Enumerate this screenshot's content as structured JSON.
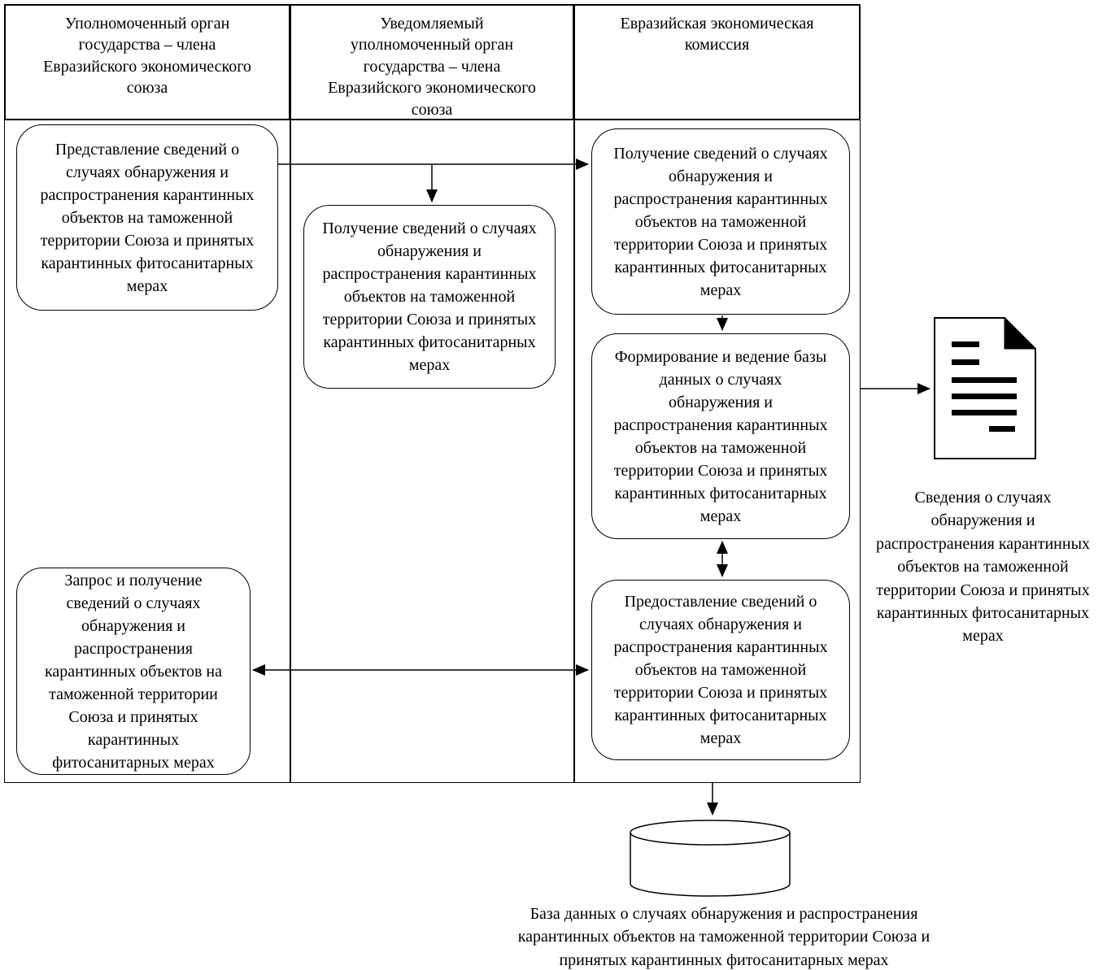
{
  "diagram": {
    "colors": {
      "ink": "#000000",
      "background": "#ffffff"
    },
    "lanes": [
      {
        "title": "Уполномоченный орган\nгосударства – члена\nЕвразийского экономического\nсоюза"
      },
      {
        "title": "Уведомляемый\nуполномоченный орган\nгосударства – члена\nЕвразийского экономического\nсоюза"
      },
      {
        "title": "Евразийская экономическая\nкомиссия"
      }
    ],
    "nodes": {
      "submit_info": {
        "label": "Представление сведений о\nслучаях обнаружения и\nраспространения карантинных\nобъектов на таможенной\nтерритории Союза и принятых\nкарантинных фитосанитарных\nмерах"
      },
      "receive_info_notified": {
        "label": "Получение сведений о случаях\nобнаружения и\nраспространения карантинных\nобъектов на таможенной\nтерритории Союза и принятых\nкарантинных фитосанитарных\nмерах"
      },
      "receive_info_commission": {
        "label": "Получение сведений о случаях\nобнаружения и\nраспространения карантинных\nобъектов на таможенной\nтерритории Союза и принятых\nкарантинных фитосанитарных\nмерах"
      },
      "form_database": {
        "label": "Формирование и ведение базы\nданных о случаях\nобнаружения и\nраспространения карантинных\nобъектов на таможенной\nтерритории Союза и принятых\nкарантинных фитосанитарных\nмерах"
      },
      "provide_info": {
        "label": "Предоставление сведений о\nслучаях обнаружения и\nраспространения карантинных\nобъектов на таможенной\nтерритории Союза и принятых\nкарантинных фитосанитарных\nмерах"
      },
      "request_info": {
        "label": "Запрос и получение\nсведений о случаях\nобнаружения и\nраспространения\nкарантинных объектов на\nтаможенной территории\nСоюза и принятых\nкарантинных\nфитосанитарных мерах"
      }
    },
    "artifacts": {
      "document": {
        "icon": "document-icon",
        "caption": "Сведения о случаях\nобнаружения и\nраспространения карантинных\nобъектов на таможенной\nтерритории Союза и принятых\nкарантинных фитосанитарных\nмерах"
      },
      "database": {
        "icon": "database-cylinder-icon",
        "caption": "База данных о случаях обнаружения и распространения\nкарантинных объектов на таможенной территории Союза и\nпринятых карантинных фитосанитарных мерах"
      }
    }
  }
}
